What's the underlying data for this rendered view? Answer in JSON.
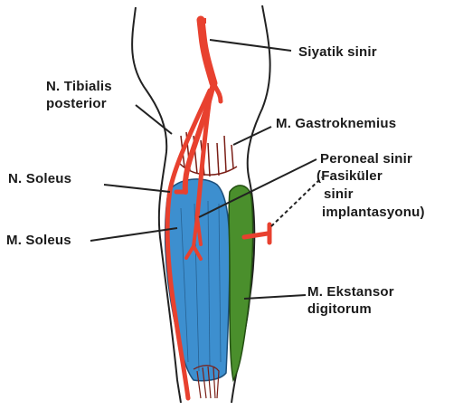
{
  "labels": {
    "sciatic": "Siyatik sinir",
    "tibialis_line1": "N. Tibialis",
    "tibialis_line2": "posterior",
    "gastrocnemius": "M. Gastroknemius",
    "peroneal_line1": "Peroneal sinir",
    "peroneal_line2": "(Fasiküler",
    "peroneal_line3": "sinir",
    "peroneal_line4": "implantasyonu)",
    "n_soleus": "N. Soleus",
    "m_soleus": "M. Soleus",
    "extensor_line1": "M. Ekstansor",
    "extensor_line2": "digitorum"
  },
  "colors": {
    "nerve": "#e8412f",
    "soleus": "#3d8fcf",
    "extensor": "#4a8f2c",
    "outline": "#222222",
    "text": "#1a1a1a"
  }
}
